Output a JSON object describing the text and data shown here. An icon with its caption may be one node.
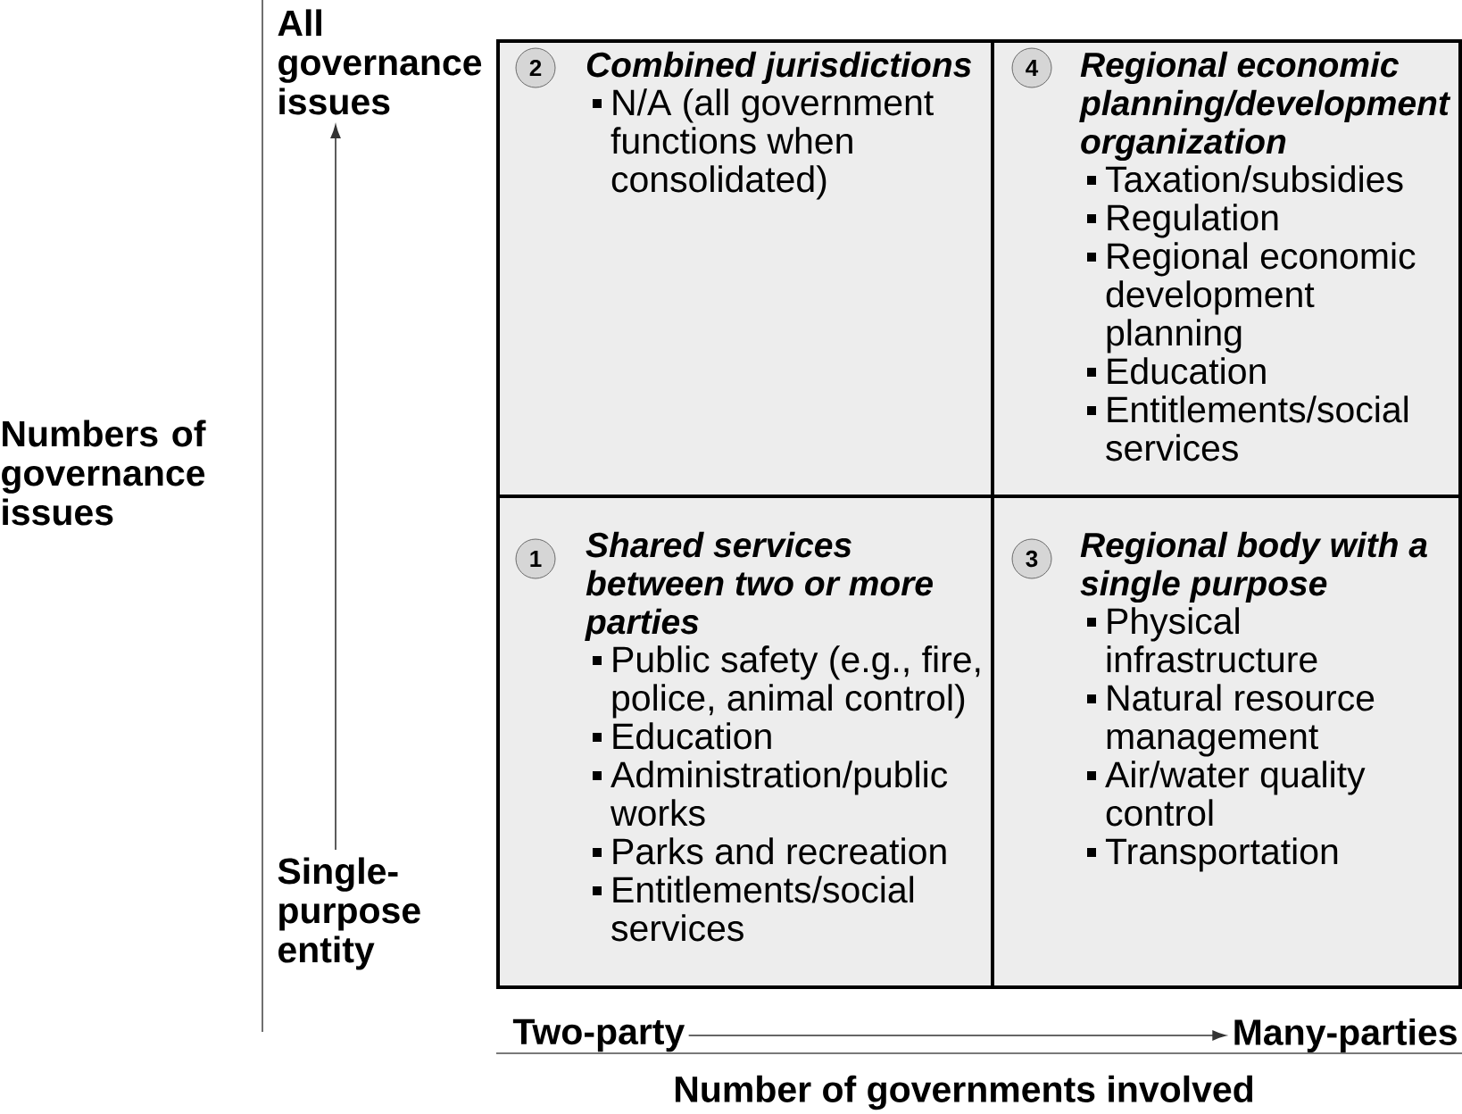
{
  "diagram": {
    "nodes": [
      {
        "text": [
          "Combined jurisdictions",
          "N/A (all government functions when consolidated)"
        ]
      },
      {
        "text": [
          "2"
        ],
        "in": 0
      },
      {
        "text": [
          "Regional economic planning/development organization",
          "Taxation/subsidies",
          "Regulation",
          "Regional economic development planning",
          "Education",
          "Entitlements/social services"
        ]
      },
      {
        "text": [
          "4"
        ],
        "in": 2
      },
      {
        "text": [
          "Shared services between two or more parties",
          "Public safety (e.g., fire, police, animal control)",
          "Education",
          "Administration/public works",
          "Parks and recreation",
          "Entitlements/social services"
        ]
      },
      {
        "text": [
          "1"
        ],
        "in": 4
      },
      {
        "text": [
          "Regional body with a single purpose",
          "Physical infrastructure",
          "Natural resource management",
          "Air/water quality control",
          "Transportation"
        ]
      },
      {
        "text": [
          "3"
        ],
        "in": 6
      },
      {
        "text": [
          "All governance issues"
        ]
      },
      {
        "text": [
          "Single-purpose entity"
        ]
      },
      {
        "text": [
          "Two-party"
        ]
      },
      {
        "text": [
          "Many-parties"
        ]
      }
    ],
    "edges": [
      {
        "from": 9,
        "to": 8,
        "arrow": "to"
      },
      {
        "from": 10,
        "to": 11,
        "arrow": "to"
      }
    ],
    "labels": [
      "Numbers of governance issues",
      "Number of governments involved"
    ]
  }
}
